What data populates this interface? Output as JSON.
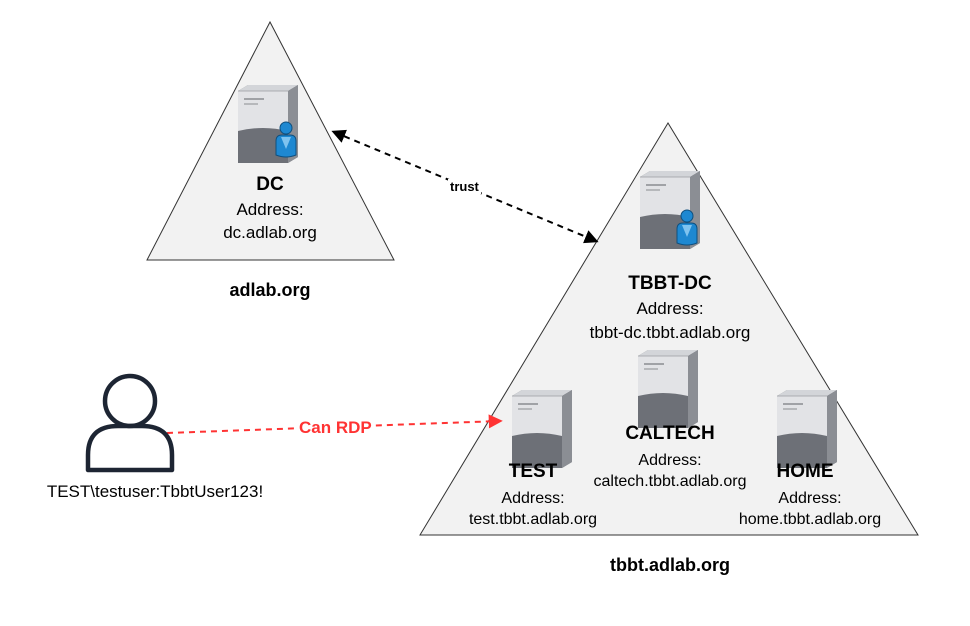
{
  "domains": [
    {
      "name": "adlab.org"
    },
    {
      "name": "tbbt.adlab.org"
    }
  ],
  "hosts": {
    "dc": {
      "name": "DC",
      "address_label": "Address:",
      "address": "dc.adlab.org"
    },
    "tbbt_dc": {
      "name": "TBBT-DC",
      "address_label": "Address:",
      "address": "tbbt-dc.tbbt.adlab.org"
    },
    "test": {
      "name": "TEST",
      "address_label": "Address:",
      "address": "test.tbbt.adlab.org"
    },
    "caltech": {
      "name": "CALTECH",
      "address_label": "Address:",
      "address": "caltech.tbbt.adlab.org"
    },
    "home": {
      "name": "HOME",
      "address_label": "Address:",
      "address": "home.tbbt.adlab.org"
    }
  },
  "user": {
    "credentials": "TEST\\testuser:TbbtUser123!"
  },
  "edges": {
    "trust": {
      "label": "trust",
      "color": "#000000",
      "style": "dashed",
      "direction": "both"
    },
    "rdp": {
      "label": "Can RDP",
      "color": "#ff3333",
      "style": "dashed",
      "direction": "forward"
    }
  },
  "colors": {
    "triangle_fill": "#f2f2f2",
    "triangle_stroke": "#333333",
    "server_light": "#e2e3e6",
    "server_dark": "#6d7077",
    "user_badge": "#1e88d1"
  },
  "icons": {
    "domain_controller": "server-with-user-icon",
    "server": "server-icon",
    "user": "user-outline-icon"
  }
}
